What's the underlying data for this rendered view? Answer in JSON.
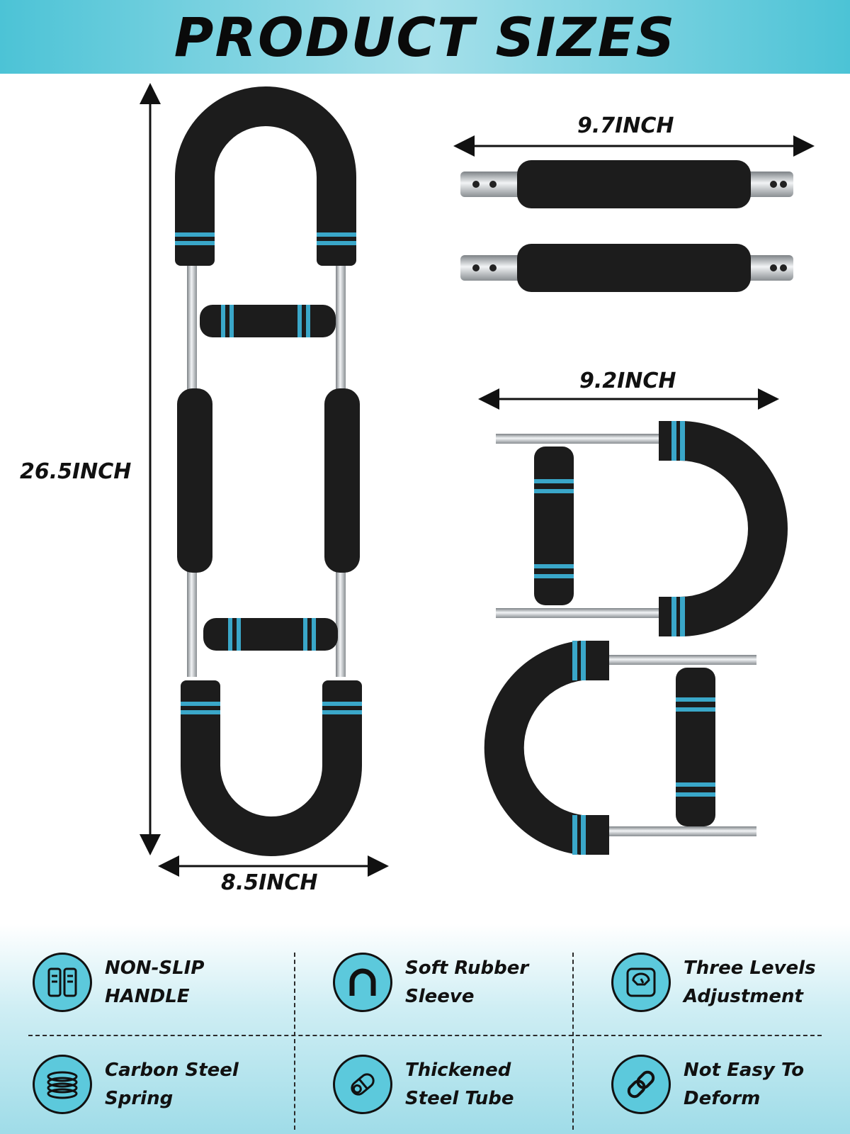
{
  "title": "PRODUCT SIZES",
  "dimensions": {
    "height": "26.5INCH",
    "width": "8.5INCH",
    "bar_length": "9.7INCH",
    "handle_length": "9.2INCH"
  },
  "features": [
    {
      "icon": "grip-handle-icon",
      "line1": "NON-SLIP",
      "line2": "HANDLE"
    },
    {
      "icon": "u-shape-icon",
      "line1": "Soft Rubber",
      "line2": "Sleeve"
    },
    {
      "icon": "scale-icon",
      "line1": "Three Levels",
      "line2": "Adjustment"
    },
    {
      "icon": "spring-coil-icon",
      "line1": "Carbon Steel",
      "line2": "Spring"
    },
    {
      "icon": "tube-icon",
      "line1": "Thickened",
      "line2": "Steel Tube"
    },
    {
      "icon": "chain-link-icon",
      "line1": "Not Easy To",
      "line2": "Deform"
    }
  ],
  "colors": {
    "accent": "#4cc3d6",
    "foam": "#1c1c1c",
    "ring": "#3aa7c9",
    "steel": "#c8ccd0"
  }
}
